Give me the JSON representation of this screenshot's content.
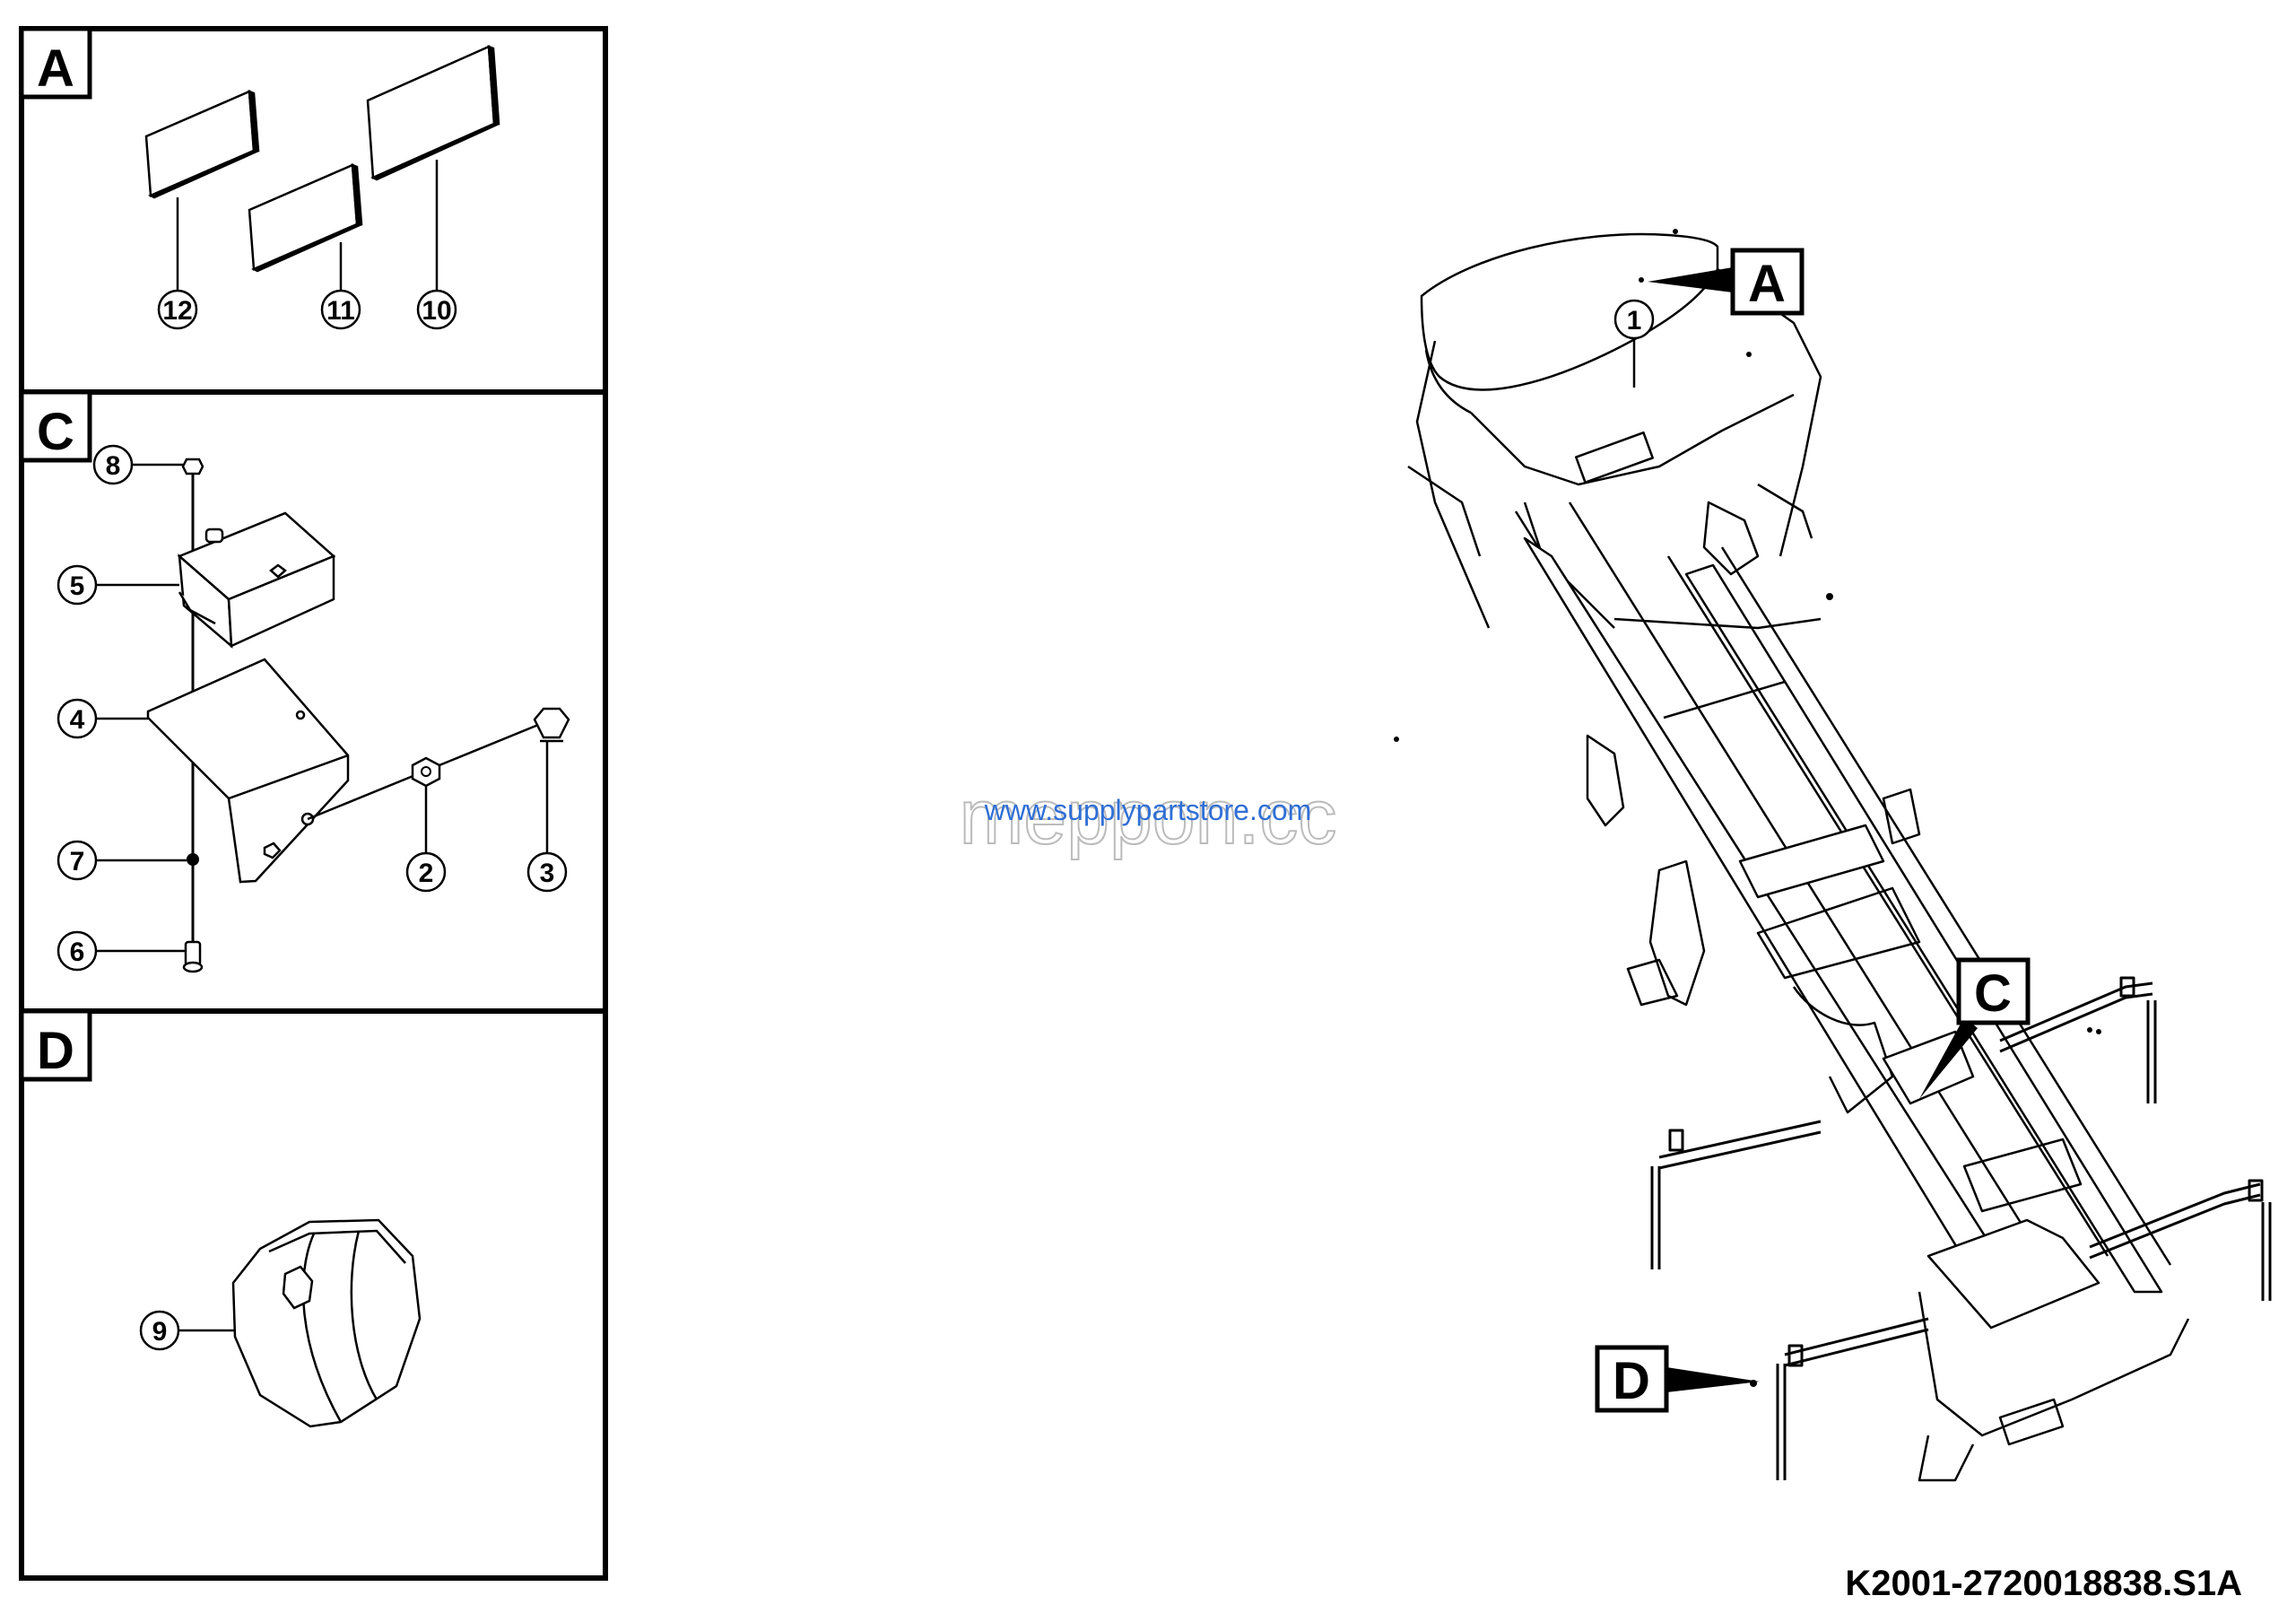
{
  "panels": {
    "a": {
      "letter": "A",
      "callouts": [
        "12",
        "11",
        "10"
      ]
    },
    "c": {
      "letter": "C",
      "callouts": [
        "8",
        "5",
        "4",
        "7",
        "6",
        "2",
        "3"
      ]
    },
    "d": {
      "letter": "D",
      "callouts": [
        "9"
      ]
    }
  },
  "main_view": {
    "callout_1": "1",
    "view_labels": [
      "A",
      "C",
      "D"
    ]
  },
  "watermark": {
    "large": "meppon.cc",
    "small": "www.supplypartstore.com"
  },
  "drawing_code": "K2001-2720018838.S1A"
}
